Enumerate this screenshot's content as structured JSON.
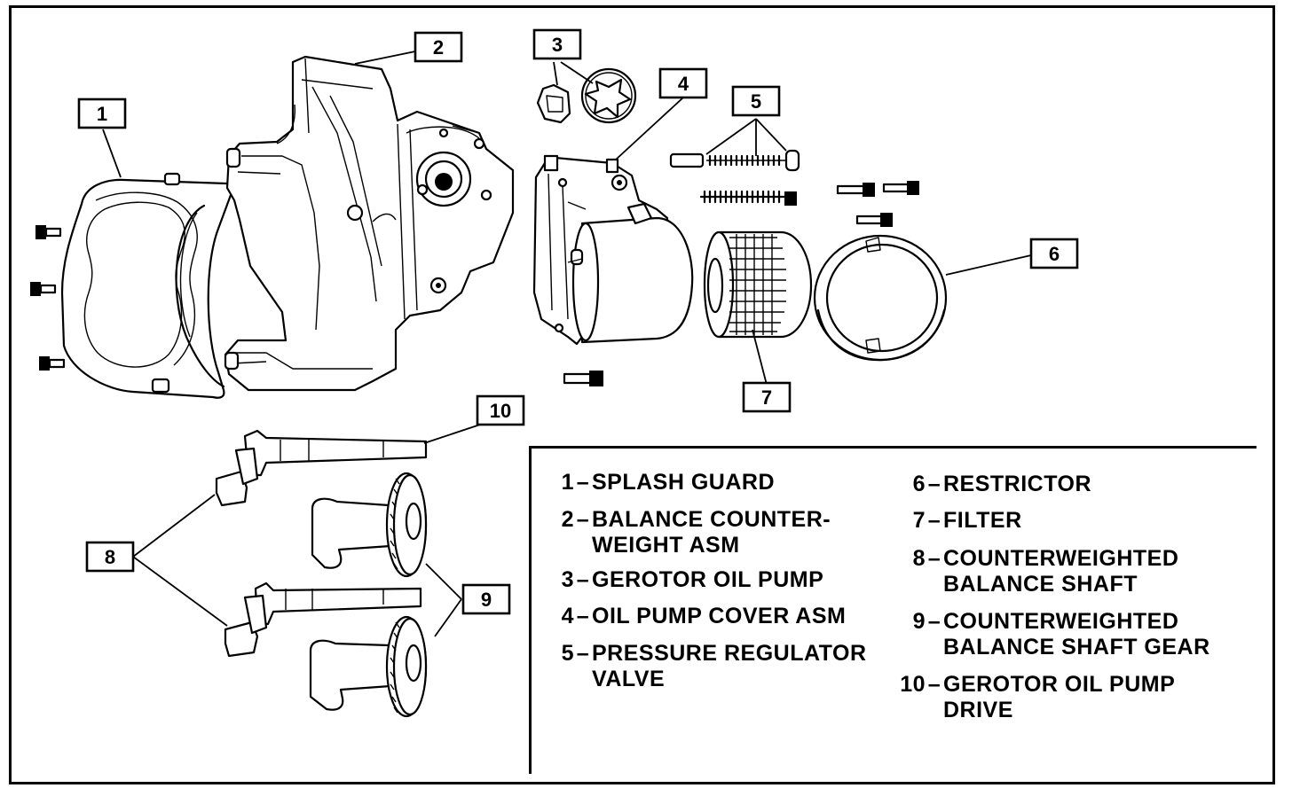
{
  "callouts": [
    {
      "num": "1"
    },
    {
      "num": "2"
    },
    {
      "num": "3"
    },
    {
      "num": "4"
    },
    {
      "num": "5"
    },
    {
      "num": "6"
    },
    {
      "num": "7"
    },
    {
      "num": "8"
    },
    {
      "num": "9"
    },
    {
      "num": "10"
    }
  ],
  "legend": {
    "left": [
      {
        "num": "1",
        "text": "SPLASH GUARD"
      },
      {
        "num": "2",
        "text": "BALANCE COUNTER-\nWEIGHT ASM"
      },
      {
        "num": "3",
        "text": "GEROTOR OIL PUMP"
      },
      {
        "num": "4",
        "text": "OIL PUMP COVER ASM"
      },
      {
        "num": "5",
        "text": "PRESSURE REGULATOR\nVALVE"
      }
    ],
    "right": [
      {
        "num": "6",
        "text": "RESTRICTOR"
      },
      {
        "num": "7",
        "text": "FILTER"
      },
      {
        "num": "8",
        "text": "COUNTERWEIGHTED\nBALANCE SHAFT"
      },
      {
        "num": "9",
        "text": "COUNTERWEIGHTED\nBALANCE SHAFT GEAR"
      },
      {
        "num": "10",
        "text": "GEROTOR OIL PUMP\nDRIVE"
      }
    ]
  }
}
